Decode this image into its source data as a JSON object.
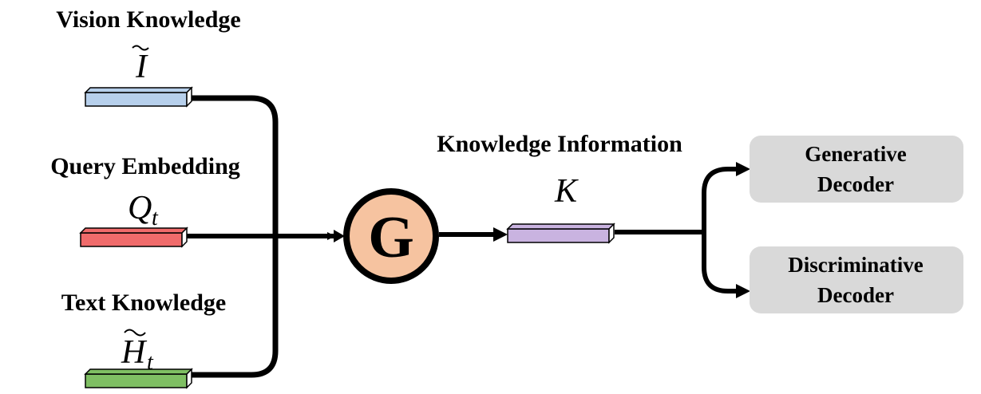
{
  "inputs": {
    "vision": {
      "title": "Vision Knowledge",
      "symbol": "I",
      "color": "#b7d0ec"
    },
    "query": {
      "title": "Query Embedding",
      "symbol": "Q",
      "subscript": "t",
      "color": "#f06b6b"
    },
    "text": {
      "title": "Text Knowledge",
      "symbol": "H",
      "subscript": "t",
      "color": "#7fbf63"
    }
  },
  "gate": {
    "label": "G",
    "fill": "#f6c3a0"
  },
  "output": {
    "title": "Knowledge Information",
    "symbol": "K",
    "color": "#c9b3e0"
  },
  "decoders": {
    "generative": {
      "line1": "Generative",
      "line2": "Decoder"
    },
    "discriminative": {
      "line1": "Discriminative",
      "line2": "Decoder"
    },
    "fill": "#d9d9d9"
  }
}
